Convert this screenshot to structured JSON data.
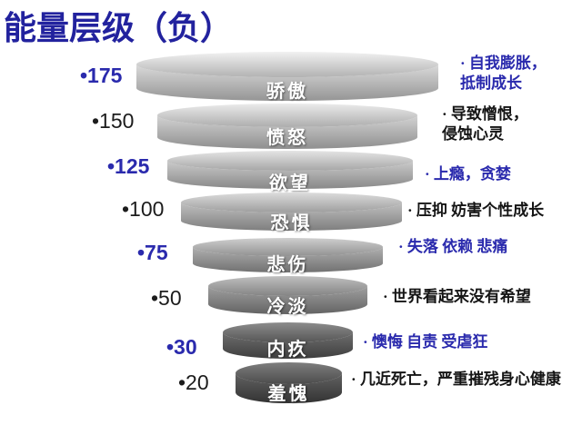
{
  "slide": {
    "title": "能量层级（负）"
  },
  "colors": {
    "title_blue": "#22229e",
    "emphasis_blue": "#2a2aad",
    "text_black": "#151515",
    "disc_label_white": "#ffffff",
    "disc_light_gray": "#d8d8d8",
    "disc_dark_gray": "#383838"
  },
  "funnel": {
    "levels": [
      {
        "value": "•175",
        "label": "骄傲",
        "description": "· 自我膨胀，\n抵制成长",
        "emphasized": true
      },
      {
        "value": "•150",
        "label": "愤怒",
        "description": "· 导致憎恨，\n侵蚀心灵",
        "emphasized": false
      },
      {
        "value": "•125",
        "label": "欲望",
        "description": "· 上瘾，贪婪",
        "emphasized": true
      },
      {
        "value": "•100",
        "label": "恐惧",
        "description": "· 压抑 妨害个性成长",
        "emphasized": false
      },
      {
        "value": "•75",
        "label": "悲伤",
        "description": "· 失落 依赖 悲痛",
        "emphasized": true
      },
      {
        "value": "•50",
        "label": "冷淡",
        "description": "· 世界看起来没有希望",
        "emphasized": false
      },
      {
        "value": "•30",
        "label": "内疚",
        "description": "· 懊悔 自责 受虐狂",
        "emphasized": true
      },
      {
        "value": "•20",
        "label": "羞愧",
        "description": "· 几近死亡，严重摧残身心健康",
        "emphasized": false
      }
    ]
  }
}
